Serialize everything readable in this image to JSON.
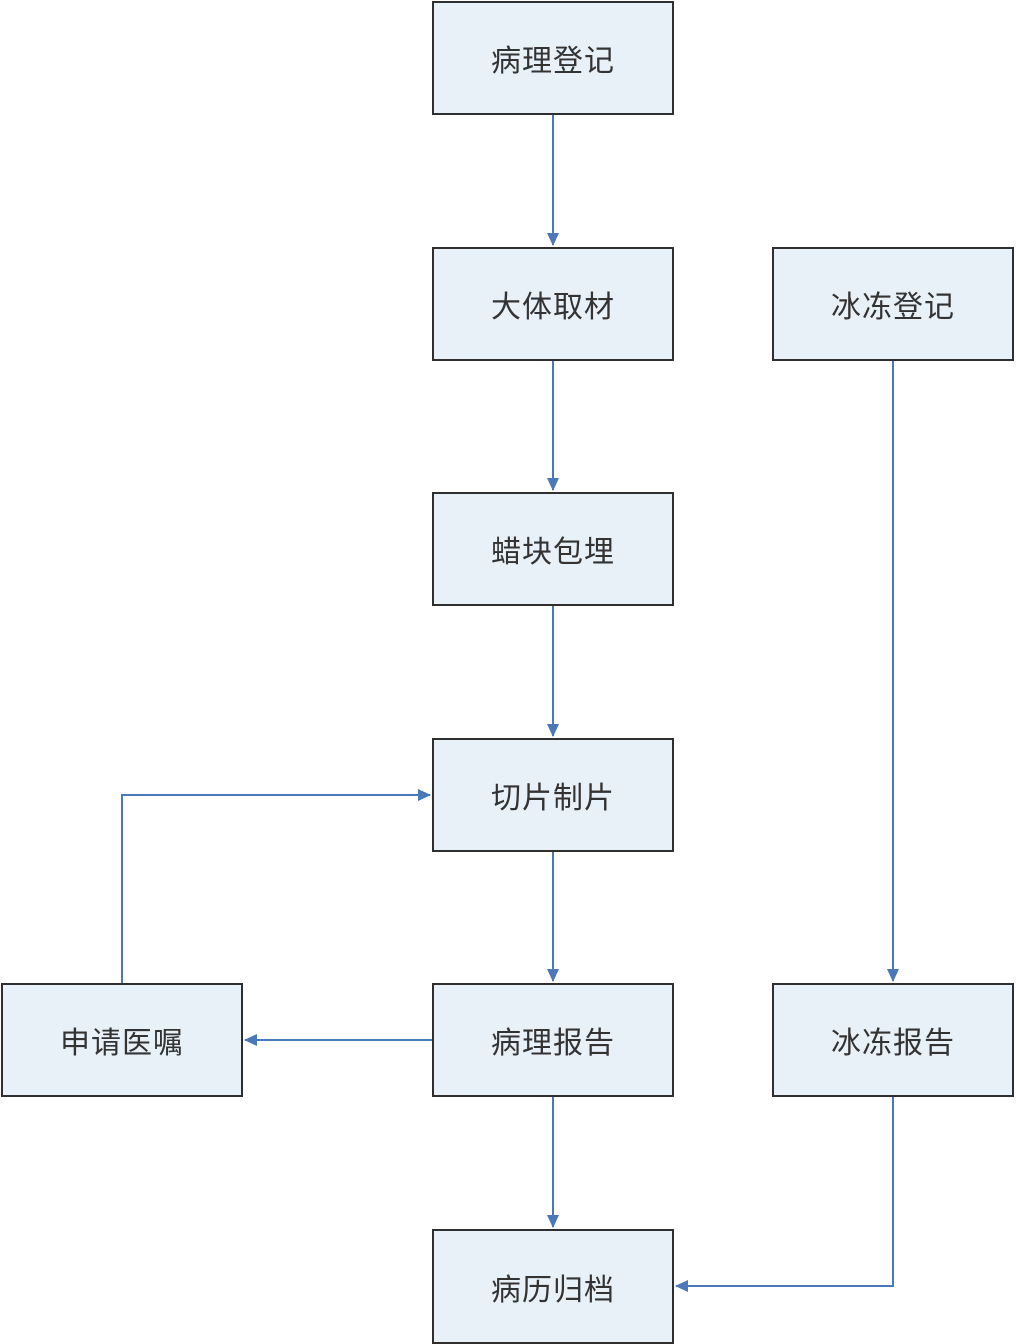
{
  "diagram": {
    "line_color": "#4a78b8",
    "box_fill": "#e8f0f8",
    "box_border": "#2f2f2f",
    "nodes": {
      "pathology_registration": "病理登记",
      "gross_sampling": "大体取材",
      "wax_embedding": "蜡块包埋",
      "sectioning": "切片制片",
      "pathology_report": "病理报告",
      "archive": "病历归档",
      "apply_order": "申请医嘱",
      "frozen_registration": "冰冻登记",
      "frozen_report": "冰冻报告"
    }
  }
}
